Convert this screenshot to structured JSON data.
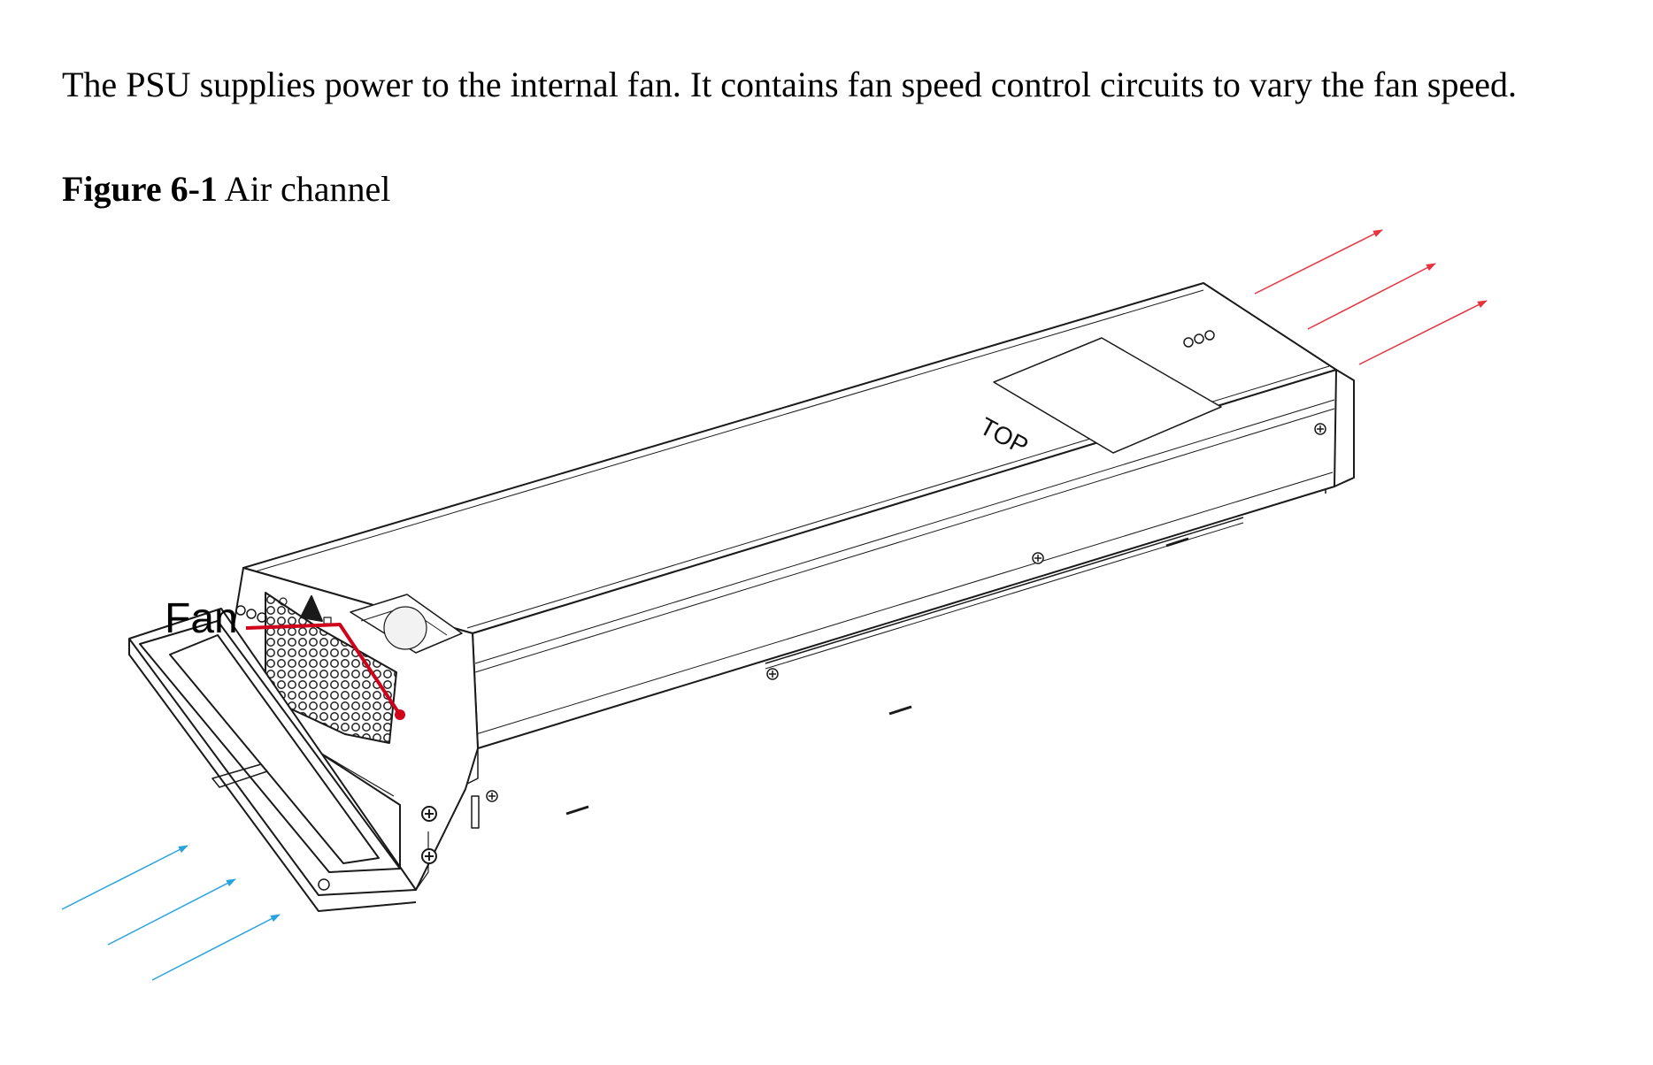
{
  "document": {
    "paragraph": "The PSU supplies power to the internal fan. It contains fan speed control circuits to vary the fan speed.",
    "figure": {
      "number": "Figure 6-1",
      "title": "Air channel",
      "labels": {
        "fan": "Fan",
        "top_marking": "TOP"
      },
      "colors": {
        "callout": "#d0021b",
        "exhaust_arrows": "#e8333f",
        "intake_arrows": "#29a3e0",
        "outline": "#1a1a1a"
      }
    }
  }
}
